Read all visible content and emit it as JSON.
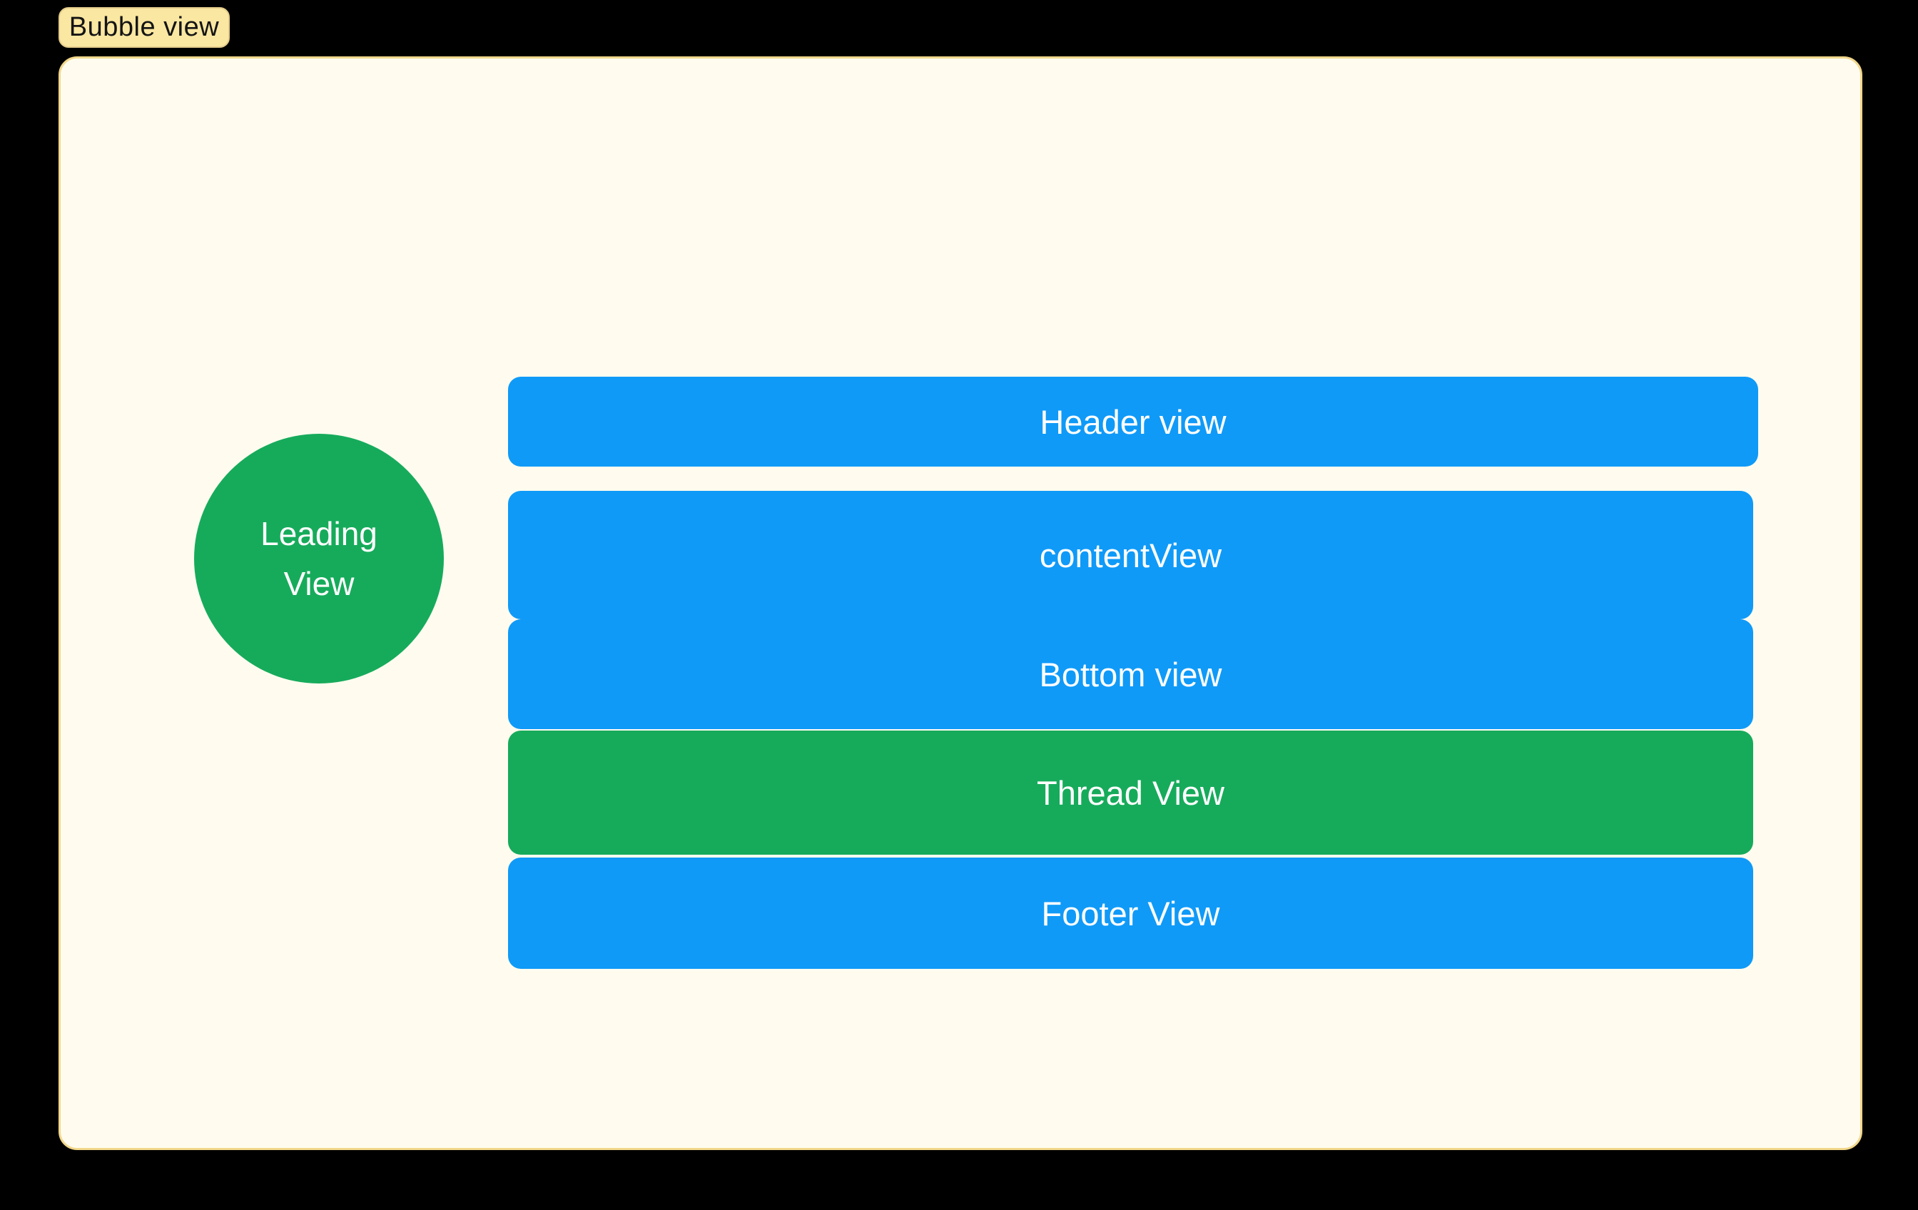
{
  "window": {
    "background_color": "#000000"
  },
  "debug_tag": {
    "label": "Bubble view",
    "bg_color": "#FAE7A1",
    "text_color": "#141414"
  },
  "bubble_panel": {
    "bg_color": "#FFFCEF",
    "border_color": "#F2D78B"
  },
  "leading_view": {
    "line1": "Leading",
    "line2": "View",
    "bg_color": "#16AB5B",
    "text_color": "#FFFFFF"
  },
  "subviews": {
    "header": {
      "label": "Header view",
      "bg_color": "#0F9AF8"
    },
    "content": {
      "label": "contentView",
      "bg_color": "#0F9AF8"
    },
    "bottom": {
      "label": "Bottom view",
      "bg_color": "#0F9AF8"
    },
    "thread": {
      "label": "Thread View",
      "bg_color": "#16AB5B"
    },
    "footer": {
      "label": "Footer View",
      "bg_color": "#0F9AF8"
    }
  }
}
